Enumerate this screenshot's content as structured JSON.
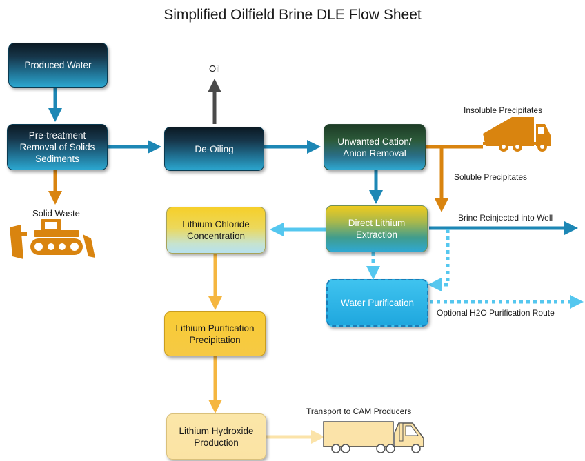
{
  "diagram": {
    "title": "Simplified Oilfield Brine DLE Flow Sheet",
    "nodes": {
      "produced_water": "Produced Water",
      "pretreatment": "Pre-treatment\nRemoval of Solids\nSediments",
      "deoiling": "De-Oiling",
      "cation_removal": "Unwanted Cation/\nAnion Removal",
      "dle": "Direct Lithium\nExtraction",
      "licl": "Lithium Chloride\nConcentration",
      "water_purification": "Water Purification",
      "li_purification": "Lithium Purification\nPrecipitation",
      "lioh": "Lithium Hydroxide\nProduction"
    },
    "labels": {
      "oil": "Oil",
      "solid_waste": "Solid Waste",
      "insoluble": "Insoluble Precipitates",
      "soluble": "Soluble Precipitates",
      "brine": "Brine Reinjected into Well",
      "optional_h2o": "Optional H2O Purification Route",
      "transport": "Transport to CAM Producers"
    },
    "icons": [
      "bulldozer-icon",
      "dump-truck-icon",
      "semi-truck-icon"
    ],
    "colors": {
      "blue_flow": "#1d87b5",
      "light_blue_flow": "#55c7ef",
      "orange_flow": "#d9840f",
      "gold_flow": "#f5b640",
      "pale_flow": "#fbe3a9",
      "gray_flow": "#4a4a4a"
    }
  }
}
